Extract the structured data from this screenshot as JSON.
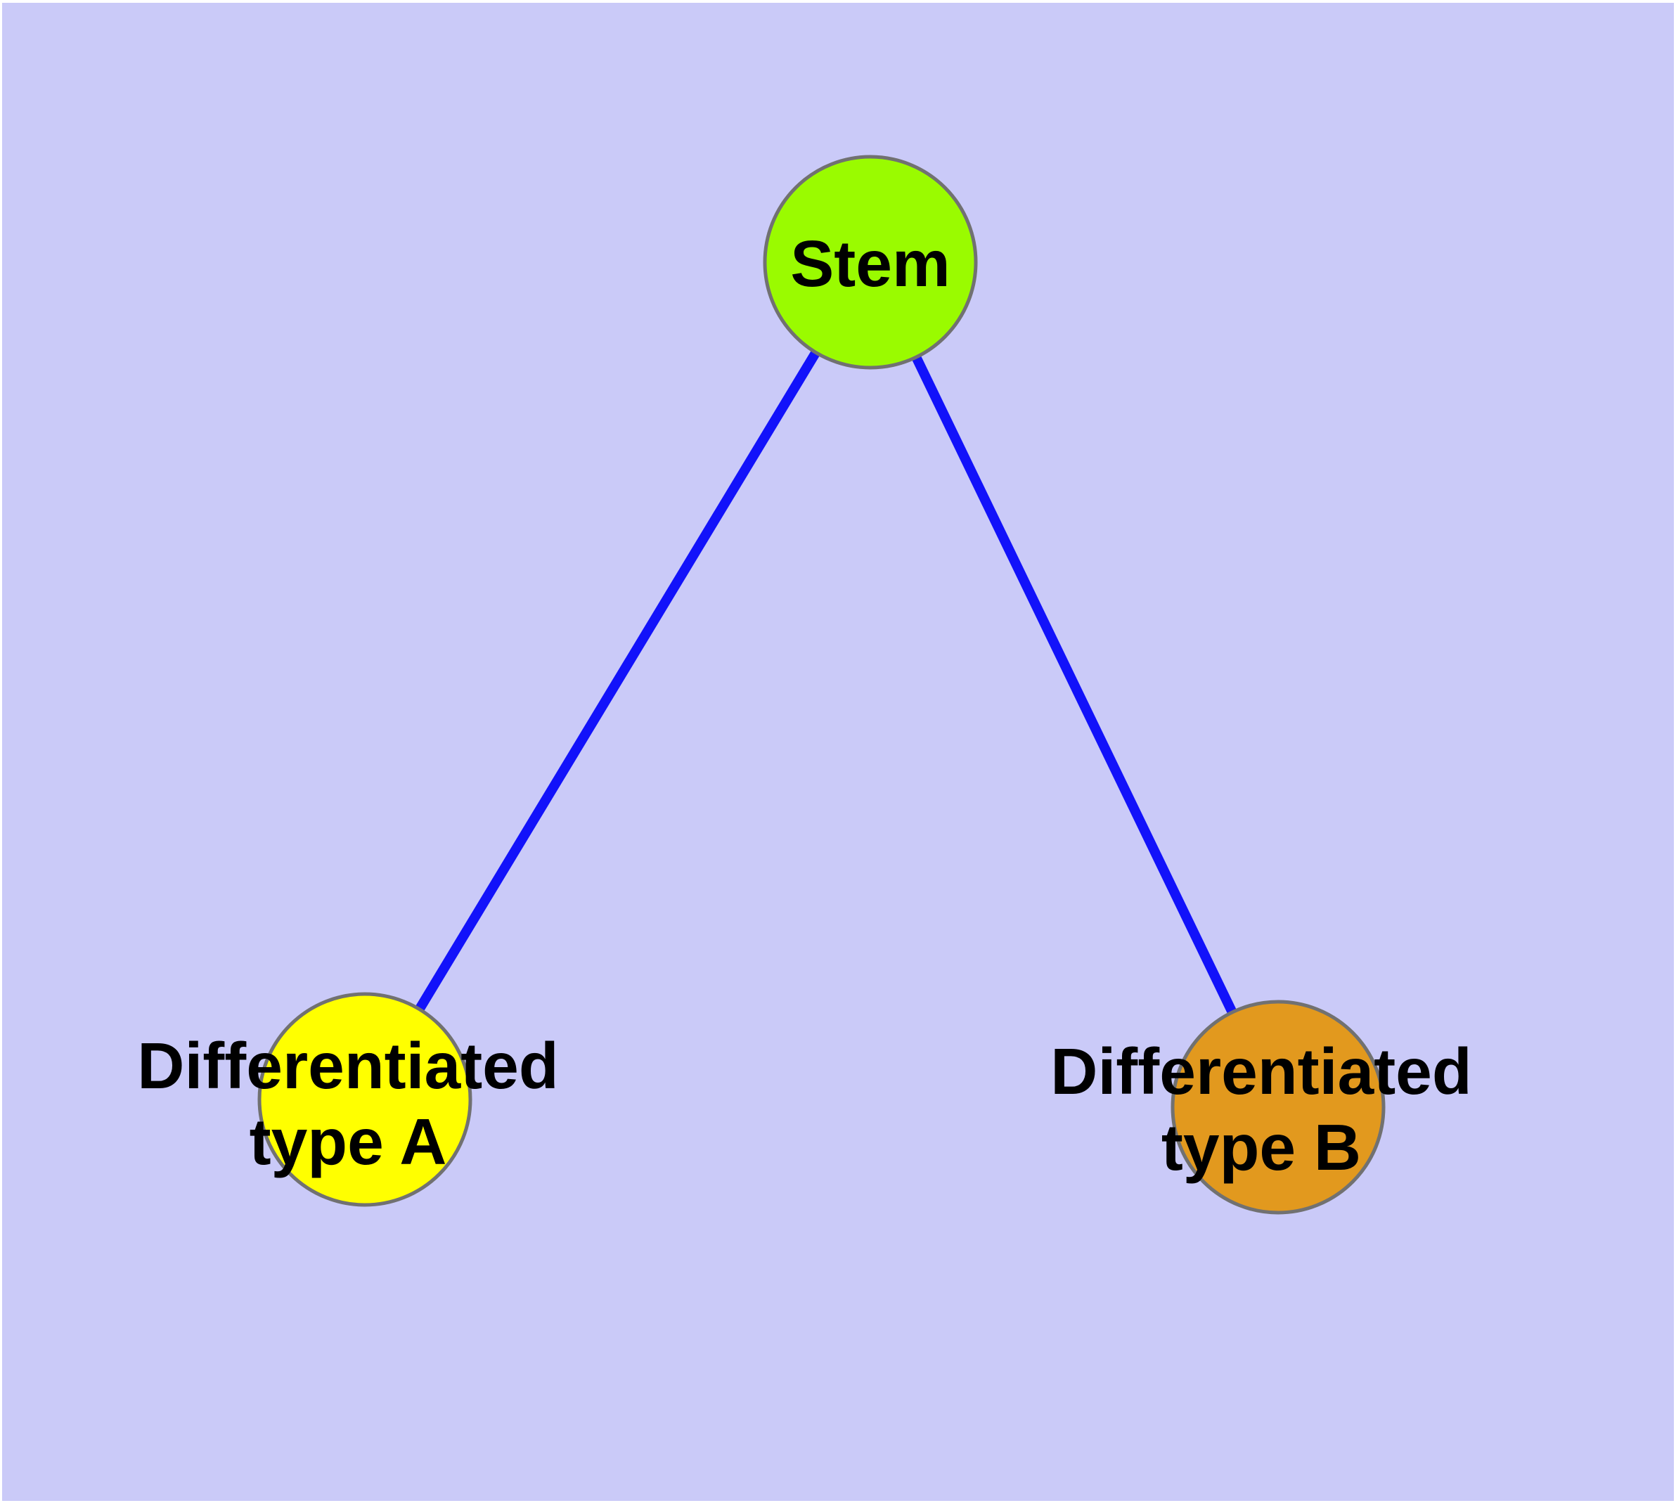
{
  "diagram": {
    "background_color": "#cacaf8",
    "edge_color": "#1212fa",
    "node_border_color": "#717171",
    "label_color": "#000000",
    "nodes": {
      "stem": {
        "label": "Stem",
        "fill": "#9afb00"
      },
      "type_a": {
        "label": "Differentiated type A",
        "label_line1": "Differentiated",
        "label_line2": "type A",
        "fill": "#ffff00"
      },
      "type_b": {
        "label": "Differentiated type B",
        "label_line1": "Differentiated",
        "label_line2": "type B",
        "fill": "#e2991e"
      }
    },
    "edges": [
      {
        "from": "Stem",
        "to": "Differentiated type A"
      },
      {
        "from": "Stem",
        "to": "Differentiated type B"
      }
    ]
  }
}
